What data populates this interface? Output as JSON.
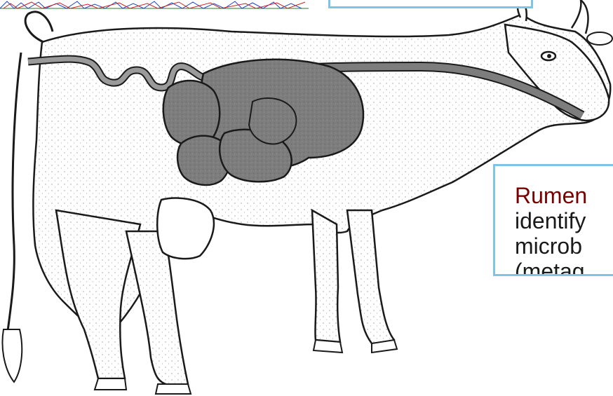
{
  "callout": {
    "title": "Rumen",
    "lines": [
      "identify",
      "microb",
      "(metag"
    ]
  },
  "colors": {
    "callout_border": "#7cc5e8",
    "title_red": "#7a0000",
    "organ_fill": "#7d7d7d",
    "outline": "#1a1a1a"
  }
}
